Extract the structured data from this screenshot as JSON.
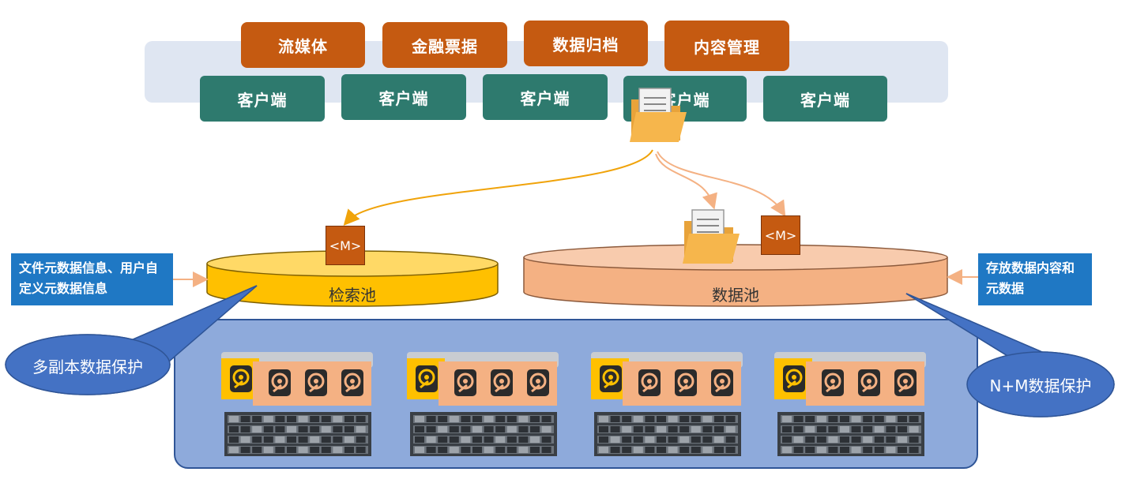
{
  "apps": [
    "流媒体",
    "金融票据",
    "数据归档",
    "内容管理"
  ],
  "clients": [
    "客户端",
    "客户端",
    "客户端",
    "客户端",
    "客户端"
  ],
  "index_pool": {
    "label": "检索池",
    "meta_tag": "<M>"
  },
  "data_pool": {
    "label": "数据池",
    "meta_tag": "<M>"
  },
  "left_info": "文件元数据信息、用户自定义元数据信息",
  "right_info": "存放数据内容和元数据",
  "left_bubble": "多副本数据保护",
  "right_bubble": "N+M数据保护",
  "colors": {
    "app": "#c55a11",
    "client": "#2e7a6e",
    "index_pool": "#ffc000",
    "data_pool": "#f4b183",
    "info_box": "#1f78c4",
    "platform": "#8eaadb",
    "bubble": "#4472c4"
  },
  "icons": [
    "document-folder-icon",
    "hard-disk-icon",
    "server-rack-icon"
  ]
}
